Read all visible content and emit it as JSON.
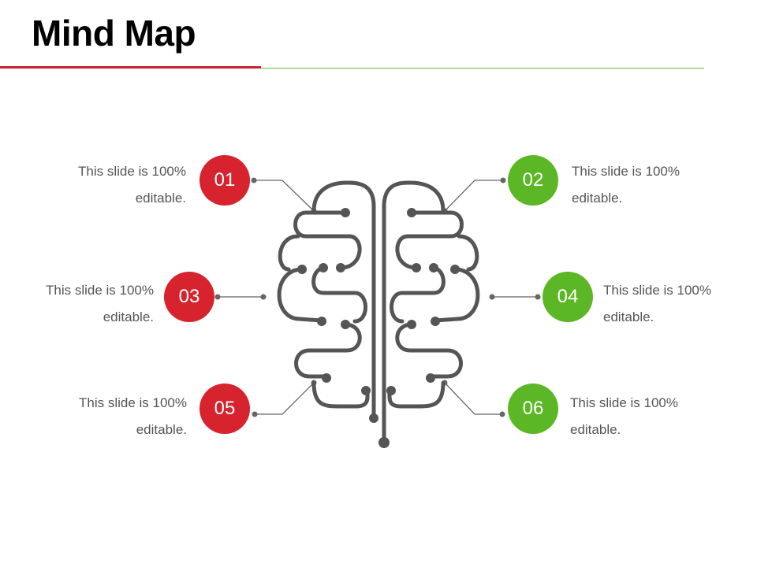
{
  "title": "Mind Map",
  "colors": {
    "red": "#d7232e",
    "green": "#5cb726",
    "connector": "#555555",
    "brain": "#555555"
  },
  "nodes": [
    {
      "number": "01",
      "text_line1": "This slide is 100%",
      "text_line2": "editable.",
      "color": "red"
    },
    {
      "number": "02",
      "text_line1": "This slide is 100%",
      "text_line2": "editable.",
      "color": "green"
    },
    {
      "number": "03",
      "text_line1": "This slide is 100%",
      "text_line2": "editable.",
      "color": "red"
    },
    {
      "number": "04",
      "text_line1": "This slide is 100%",
      "text_line2": "editable.",
      "color": "green"
    },
    {
      "number": "05",
      "text_line1": "This slide is 100%",
      "text_line2": "editable.",
      "color": "red"
    },
    {
      "number": "06",
      "text_line1": "This slide is 100%",
      "text_line2": "editable.",
      "color": "green"
    }
  ],
  "central_icon": "brain-circuit-icon"
}
